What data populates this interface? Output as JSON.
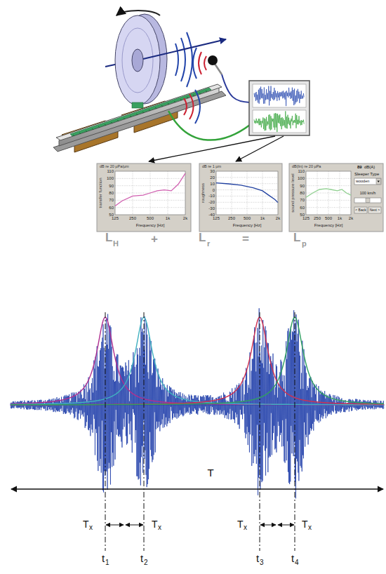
{
  "diagram": {
    "nodes": [
      {
        "text": [
          "dB re 20 µPa/µm",
          "110",
          "100",
          "90",
          "80",
          "70",
          "60",
          "50",
          "transfer function",
          "125",
          "250",
          "500",
          "1k",
          "2k",
          "Frequency [Hz]"
        ]
      },
      {
        "text": [
          "dB re 1 µm",
          "30",
          "20",
          "10",
          "0",
          "-10",
          "-20",
          "-30",
          "-40",
          "roughness",
          "125",
          "250",
          "500",
          "1k",
          "2k",
          "Frequency [Hz]"
        ]
      },
      {
        "text": [
          "dB(lin) re 20 µPa",
          "89",
          "dB(A)",
          "110",
          "100",
          "90",
          "80",
          "70",
          "60",
          "50",
          "sound pressure level",
          "125",
          "250",
          "500",
          "1k",
          "2k",
          "Frequency [Hz]",
          "Sleeper Type",
          "wooden",
          "100 km/h",
          "< Back",
          "Next >"
        ]
      }
    ],
    "labels": [
      "L",
      "H",
      "+",
      "L",
      "r",
      "=",
      "L",
      "p",
      "T",
      "T",
      "x",
      "T",
      "x",
      "T",
      "x",
      "T",
      "x",
      "t",
      "1",
      "t",
      "2",
      "t",
      "3",
      "t",
      "4"
    ]
  }
}
